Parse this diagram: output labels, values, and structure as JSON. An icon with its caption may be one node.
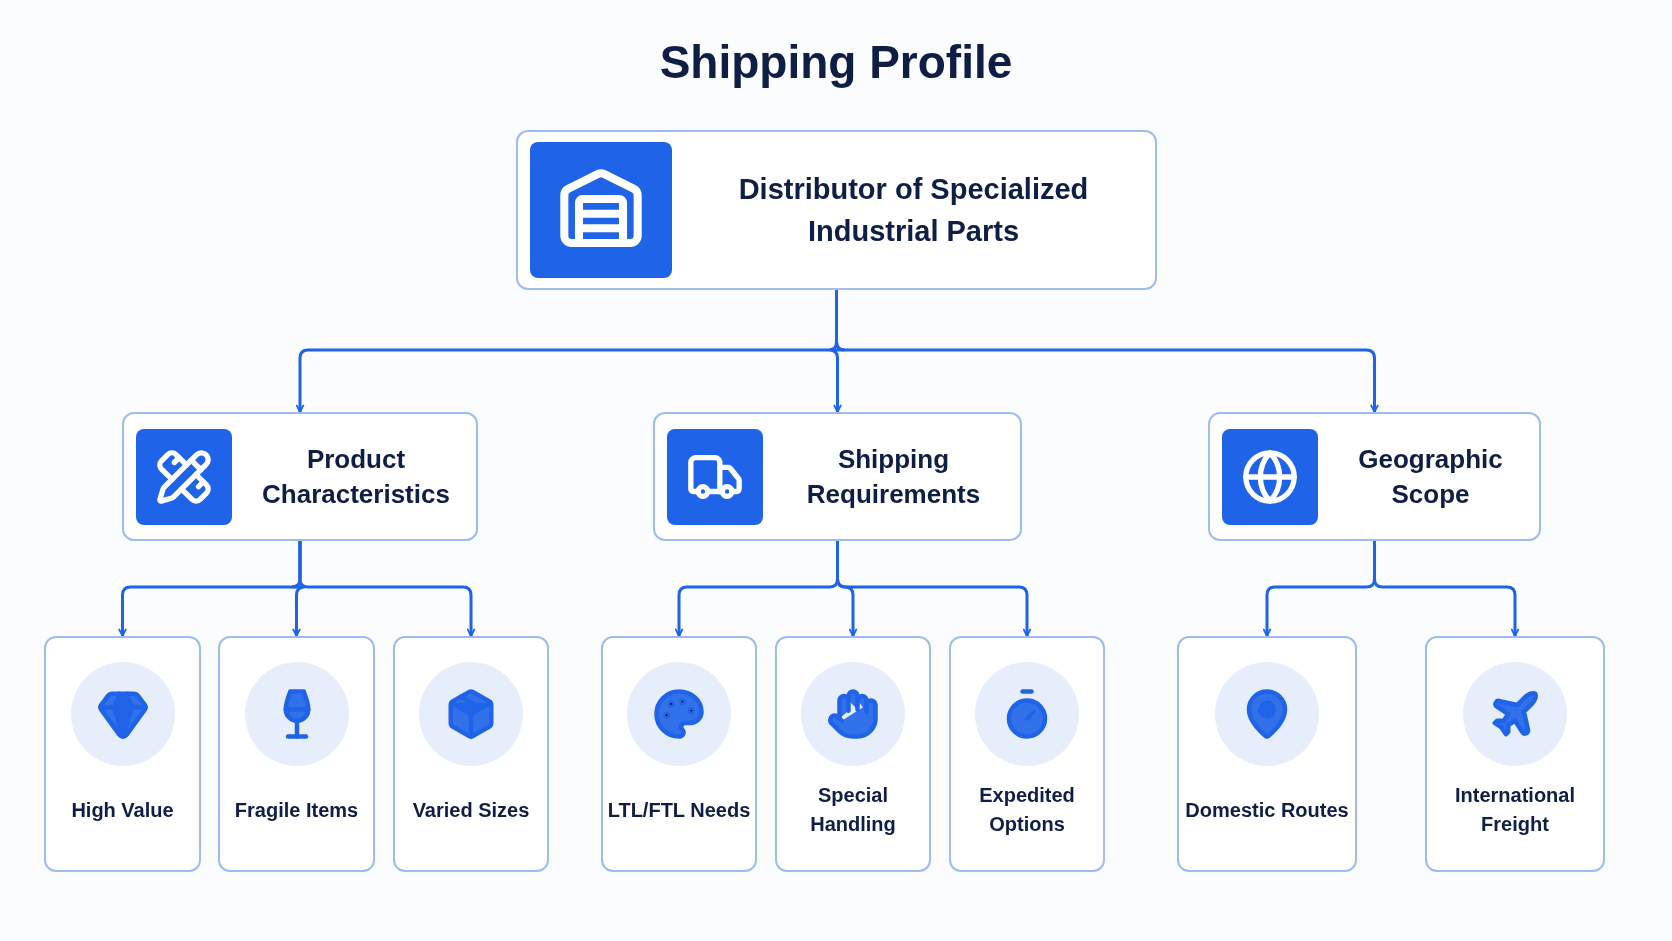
{
  "diagram": {
    "title": "Shipping Profile",
    "nodes": [
      {
        "text": [
          "Distributor of Specialized Industrial Parts"
        ]
      },
      {
        "text": [
          "Product Characteristics"
        ]
      },
      {
        "text": [
          "Shipping Requirements"
        ]
      },
      {
        "text": [
          "Geographic Scope"
        ]
      },
      {
        "text": [
          "High Value"
        ]
      },
      {
        "text": [
          "Fragile Items"
        ]
      },
      {
        "text": [
          "Varied Sizes"
        ]
      },
      {
        "text": [
          "LTL/FTL Needs"
        ]
      },
      {
        "text": [
          "Special Handling"
        ]
      },
      {
        "text": [
          "Expedited Options"
        ]
      },
      {
        "text": [
          "Domestic Routes"
        ]
      },
      {
        "text": [
          "International Freight"
        ]
      }
    ],
    "edges": [
      {
        "from": 0,
        "to": 1,
        "arrow": "to"
      },
      {
        "from": 0,
        "to": 2,
        "arrow": "to"
      },
      {
        "from": 0,
        "to": 3,
        "arrow": "to"
      },
      {
        "from": 1,
        "to": 4,
        "arrow": "to"
      },
      {
        "from": 1,
        "to": 5,
        "arrow": "to"
      },
      {
        "from": 1,
        "to": 6,
        "arrow": "to"
      },
      {
        "from": 2,
        "to": 7,
        "arrow": "to"
      },
      {
        "from": 2,
        "to": 8,
        "arrow": "to"
      },
      {
        "from": 2,
        "to": 9,
        "arrow": "to"
      },
      {
        "from": 3,
        "to": 10,
        "arrow": "to"
      },
      {
        "from": 3,
        "to": 11,
        "arrow": "to"
      }
    ]
  }
}
